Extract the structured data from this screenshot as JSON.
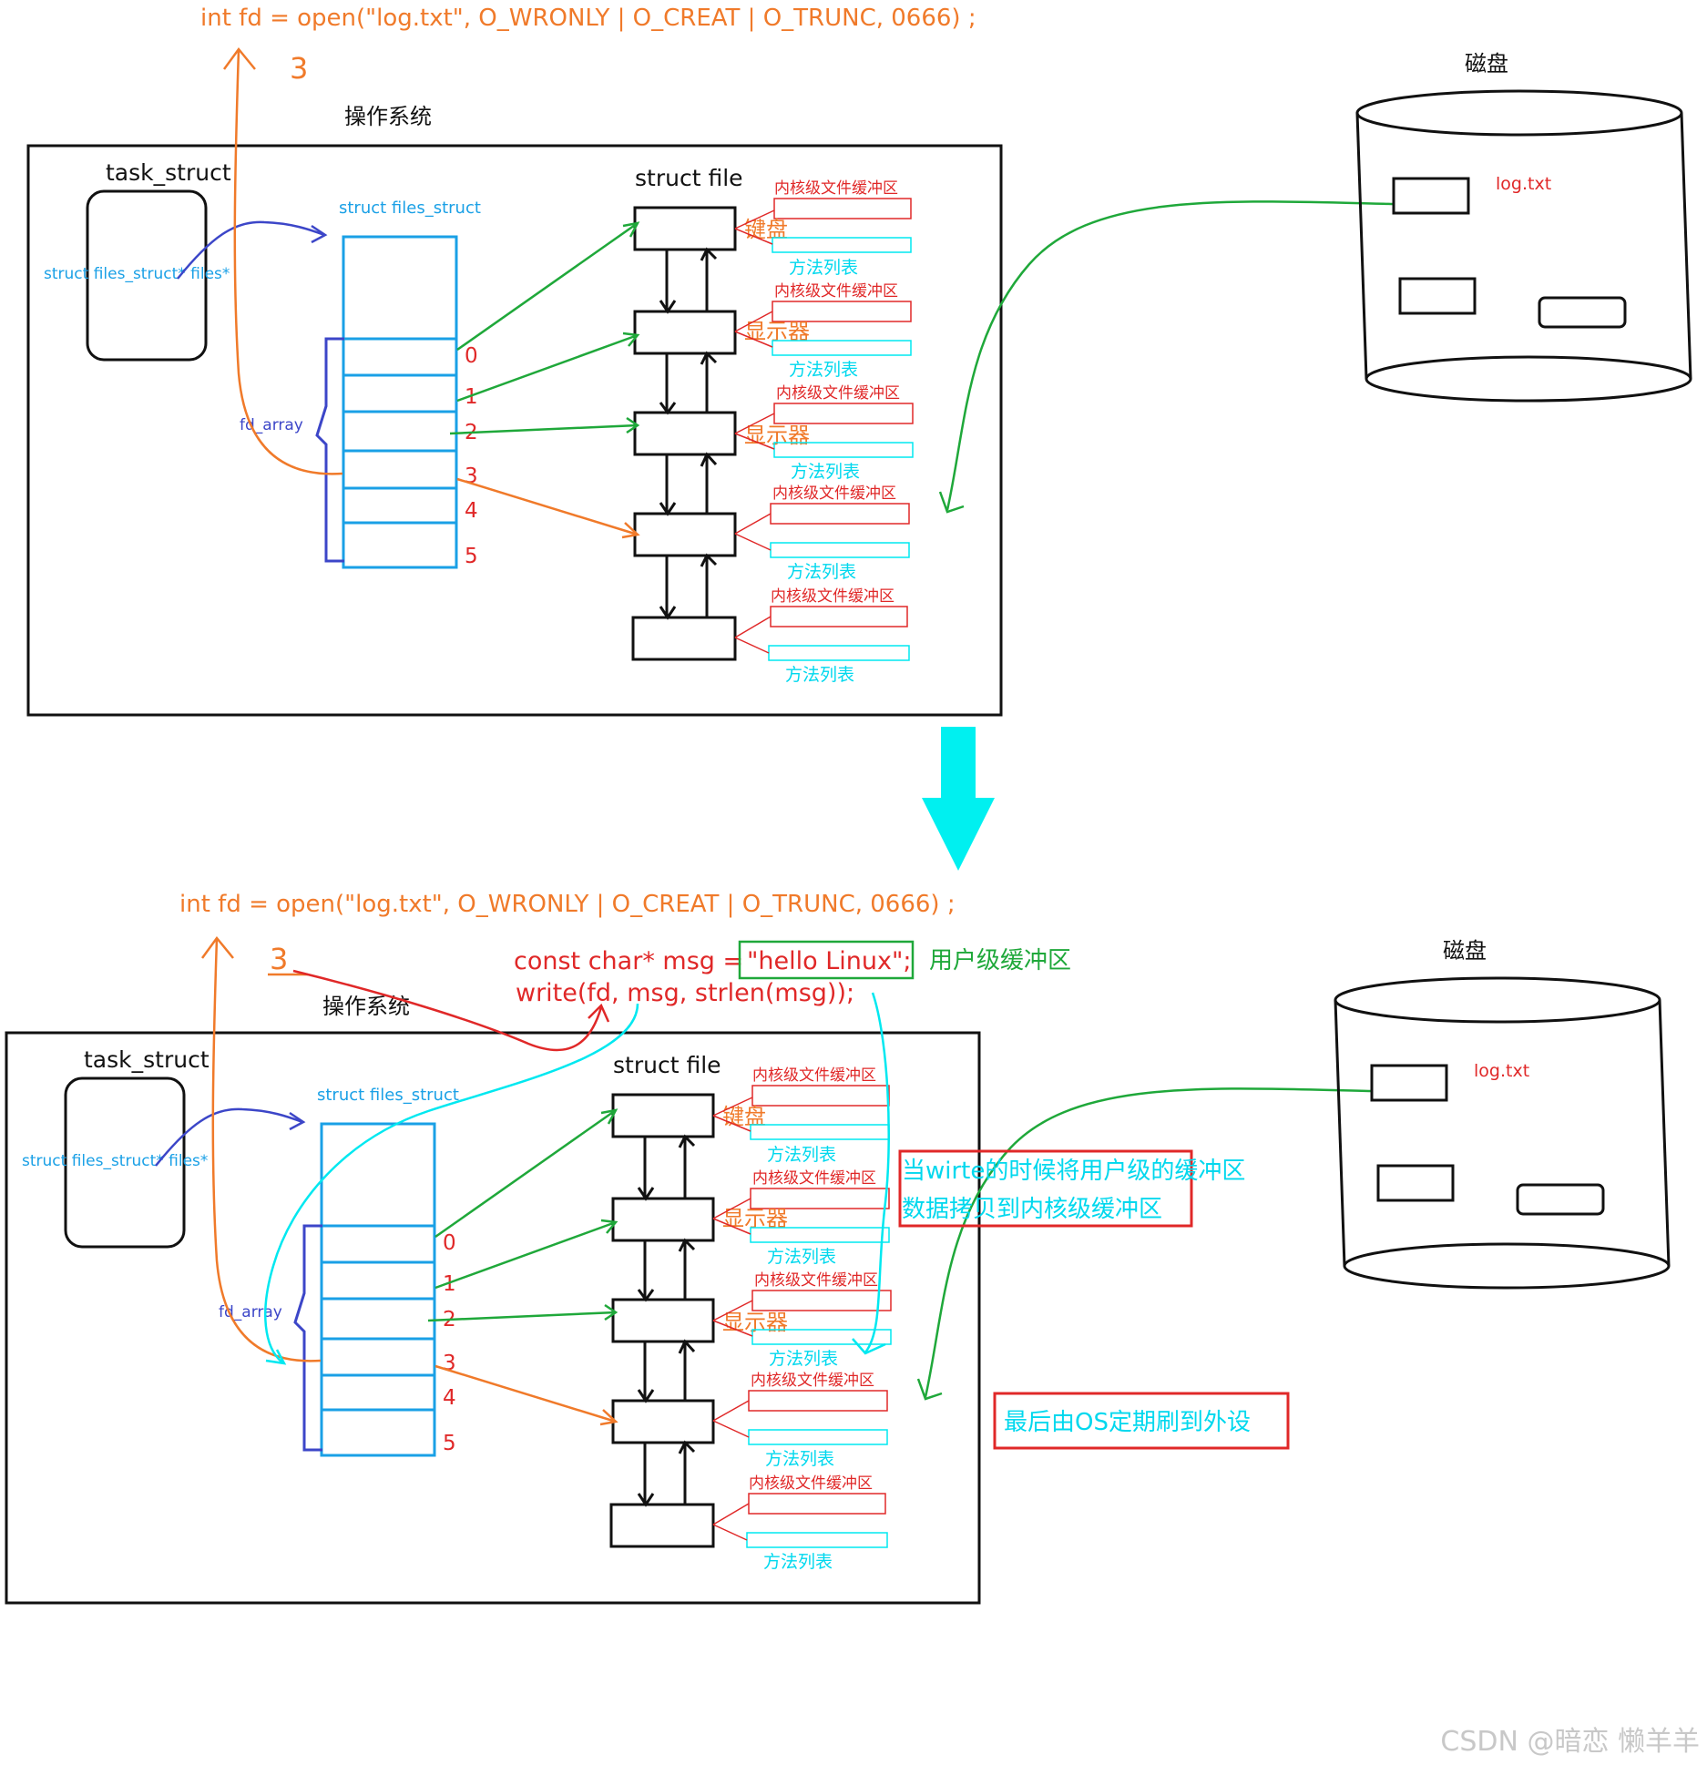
{
  "top": {
    "code_line": "int fd = open(\"log.txt\", O_WRONLY | O_CREAT | O_TRUNC, 0666) ;",
    "fd_value": "3",
    "os_label": "操作系统",
    "task_struct_label": "task_struct",
    "files_ptr_label": "struct files_struct* files*",
    "files_struct_label": "struct files_struct",
    "fd_array_label": "fd_array",
    "struct_file_label": "struct file",
    "disk_label": "磁盘",
    "logtxt_label": "log.txt",
    "indices": [
      "0",
      "1",
      "2",
      "3",
      "4",
      "5"
    ],
    "files": [
      {
        "buffer": "内核级文件缓冲区",
        "device": "键盘",
        "methods": "方法列表"
      },
      {
        "buffer": "内核级文件缓冲区",
        "device": "显示器",
        "methods": "方法列表"
      },
      {
        "buffer": "内核级文件缓冲区",
        "device": "显示器",
        "methods": "方法列表"
      },
      {
        "buffer": "内核级文件缓冲区",
        "device": "",
        "methods": "方法列表"
      },
      {
        "buffer": "内核级文件缓冲区",
        "device": "",
        "methods": "方法列表"
      }
    ]
  },
  "bottom": {
    "code_line": "int fd = open(\"log.txt\", O_WRONLY | O_CREAT | O_TRUNC, 0666) ;",
    "fd_value": "3",
    "msg_decl_prefix": "const char* msg =",
    "msg_value": "\"hello Linux\";",
    "user_buffer_label": "用户级缓冲区",
    "write_call": "write(fd, msg, strlen(msg));",
    "os_label": "操作系统",
    "task_struct_label": "task_struct",
    "files_ptr_label": "struct files_struct* files*",
    "files_struct_label": "struct files_struct",
    "fd_array_label": "fd_array",
    "struct_file_label": "struct file",
    "disk_label": "磁盘",
    "logtxt_label": "log.txt",
    "note_copy_line1": "当wirte的时候将用户级的缓冲区",
    "note_copy_line2": "数据拷贝到内核级缓冲区",
    "note_flush": "最后由OS定期刷到外设",
    "indices": [
      "0",
      "1",
      "2",
      "3",
      "4",
      "5"
    ],
    "files": [
      {
        "buffer": "内核级文件缓冲区",
        "device": "键盘",
        "methods": "方法列表"
      },
      {
        "buffer": "内核级文件缓冲区",
        "device": "显示器",
        "methods": "方法列表"
      },
      {
        "buffer": "内核级文件缓冲区",
        "device": "显示器",
        "methods": "方法列表"
      },
      {
        "buffer": "内核级文件缓冲区",
        "device": "",
        "methods": "方法列表"
      },
      {
        "buffer": "内核级文件缓冲区",
        "device": "",
        "methods": "方法列表"
      }
    ]
  },
  "watermark": "CSDN @暗恋 懒羊羊",
  "colors": {
    "orange": "#f07a2a",
    "blue": "#1aa0e6",
    "navy": "#3c46c8",
    "red": "#e02828",
    "green": "#1fa83a",
    "cyan": "#00f0f0",
    "black": "#111111"
  }
}
